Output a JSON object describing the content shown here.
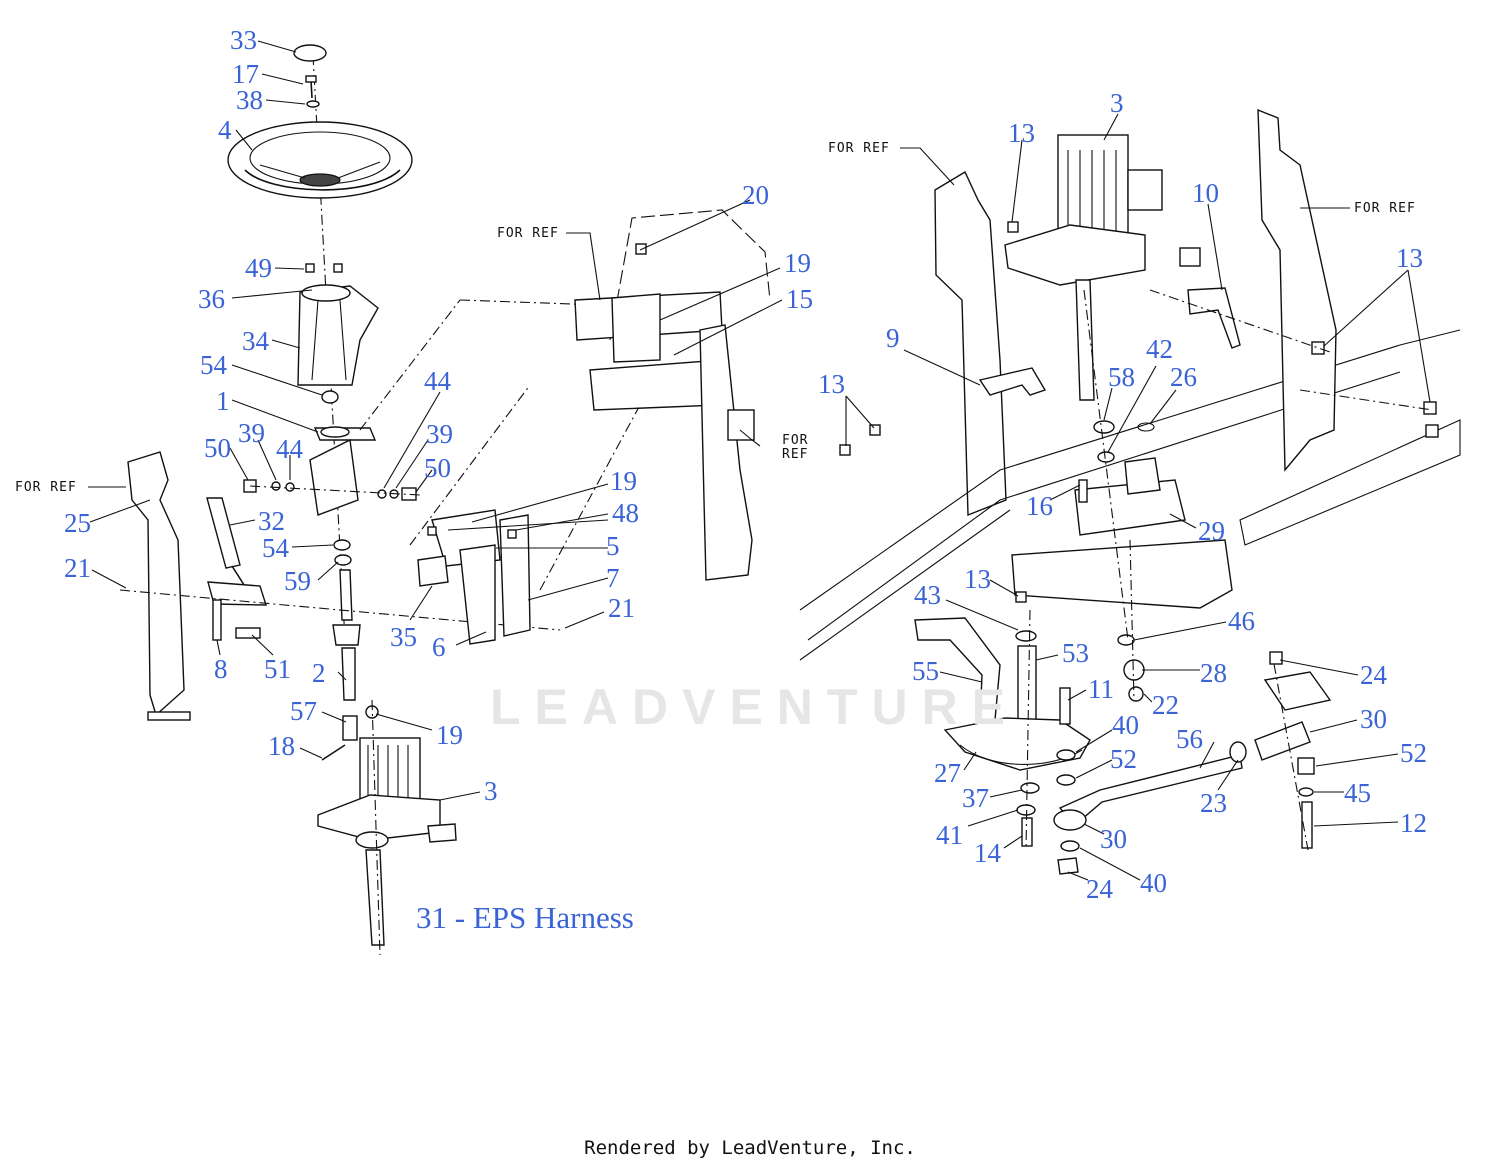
{
  "harness_note": "31 - EPS Harness",
  "footer": "Rendered by LeadVenture, Inc.",
  "watermark": "LEADVENTURE",
  "ref_labels": {
    "left_frame": "FOR REF",
    "upper_bracket": "FOR REF",
    "dash_side": [
      "FOR",
      "REF"
    ],
    "right_left_frame": "FOR REF",
    "right_right_frame": "FOR REF"
  },
  "callouts": {
    "c33": "33",
    "c17": "17",
    "c38": "38",
    "c4": "4",
    "c49": "49",
    "c36": "36",
    "c34": "34",
    "c54a": "54",
    "c1": "1",
    "c50a": "50",
    "c39a": "39",
    "c44a": "44",
    "c44b": "44",
    "c39b": "39",
    "c50b": "50",
    "c25": "25",
    "c32": "32",
    "c54b": "54",
    "c59": "59",
    "c21a": "21",
    "c8": "8",
    "c51": "51",
    "c2": "2",
    "c57": "57",
    "c19a": "19",
    "c18": "18",
    "c3a": "3",
    "c20": "20",
    "c19b": "19",
    "c15": "15",
    "c19c": "19",
    "c48": "48",
    "c5": "5",
    "c7": "7",
    "c35": "35",
    "c6": "6",
    "c21b": "21",
    "c3b": "3",
    "c13a": "13",
    "c10": "10",
    "c13b": "13",
    "c9": "9",
    "c13c": "13",
    "c58": "58",
    "c42": "42",
    "c26": "26",
    "c16": "16",
    "c29": "29",
    "c13d": "13",
    "c43": "43",
    "c46": "46",
    "c53": "53",
    "c28": "28",
    "c55": "55",
    "c11": "11",
    "c22": "22",
    "c24a": "24",
    "c30a": "30",
    "c40a": "40",
    "c52a": "52",
    "c56": "56",
    "c52b": "52",
    "c27": "27",
    "c23": "23",
    "c45": "45",
    "c37": "37",
    "c41": "41",
    "c30b": "30",
    "c12": "12",
    "c14": "14",
    "c40b": "40",
    "c24b": "24"
  }
}
